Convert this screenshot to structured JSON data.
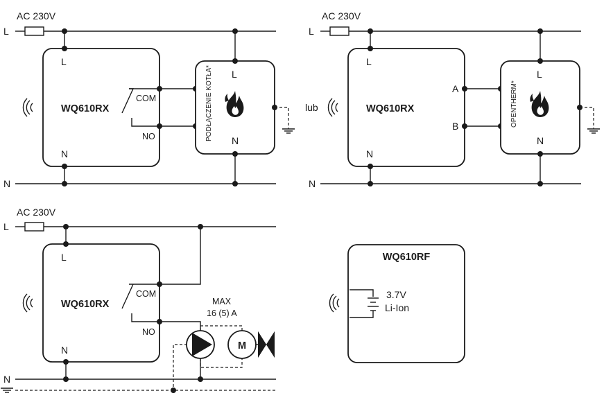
{
  "diagram_1": {
    "supply_label": "AC 230V",
    "line_label": "L",
    "neutral_label": "N",
    "controller_name": "WQ610RX",
    "controller_l": "L",
    "controller_n": "N",
    "relay_com": "COM",
    "relay_no": "NO",
    "boiler_l": "L",
    "boiler_n": "N",
    "boiler_connection_label": "PODŁĄCZENIE KOTŁA*",
    "icons": [
      "wireless-signal-icon",
      "flame-icon",
      "ground-icon"
    ]
  },
  "diagram_2": {
    "supply_label": "AC 230V",
    "line_label": "L",
    "neutral_label": "N",
    "or_label": "lub",
    "controller_name": "WQ610RX",
    "controller_l": "L",
    "controller_n": "N",
    "terminal_a": "A",
    "terminal_b": "B",
    "boiler_l": "L",
    "boiler_n": "N",
    "boiler_connection_label": "OPENTHERM*",
    "icons": [
      "wireless-signal-icon",
      "flame-icon",
      "ground-icon"
    ]
  },
  "diagram_3": {
    "supply_label": "AC 230V",
    "line_label": "L",
    "neutral_label": "N",
    "controller_name": "WQ610RX",
    "controller_l": "L",
    "controller_n": "N",
    "relay_com": "COM",
    "relay_no": "NO",
    "max_label": "MAX",
    "current_rating": "16 (5) A",
    "motor_label": "M",
    "icons": [
      "wireless-signal-icon",
      "pump-icon",
      "motor-icon",
      "valve-icon",
      "ground-icon"
    ]
  },
  "diagram_4": {
    "device_name": "WQ610RF",
    "battery_voltage": "3.7V",
    "battery_type": "Li-Ion",
    "icons": [
      "wireless-signal-icon",
      "battery-icon"
    ]
  },
  "colors": {
    "line": "#1a1a1a",
    "background": "#ffffff"
  }
}
